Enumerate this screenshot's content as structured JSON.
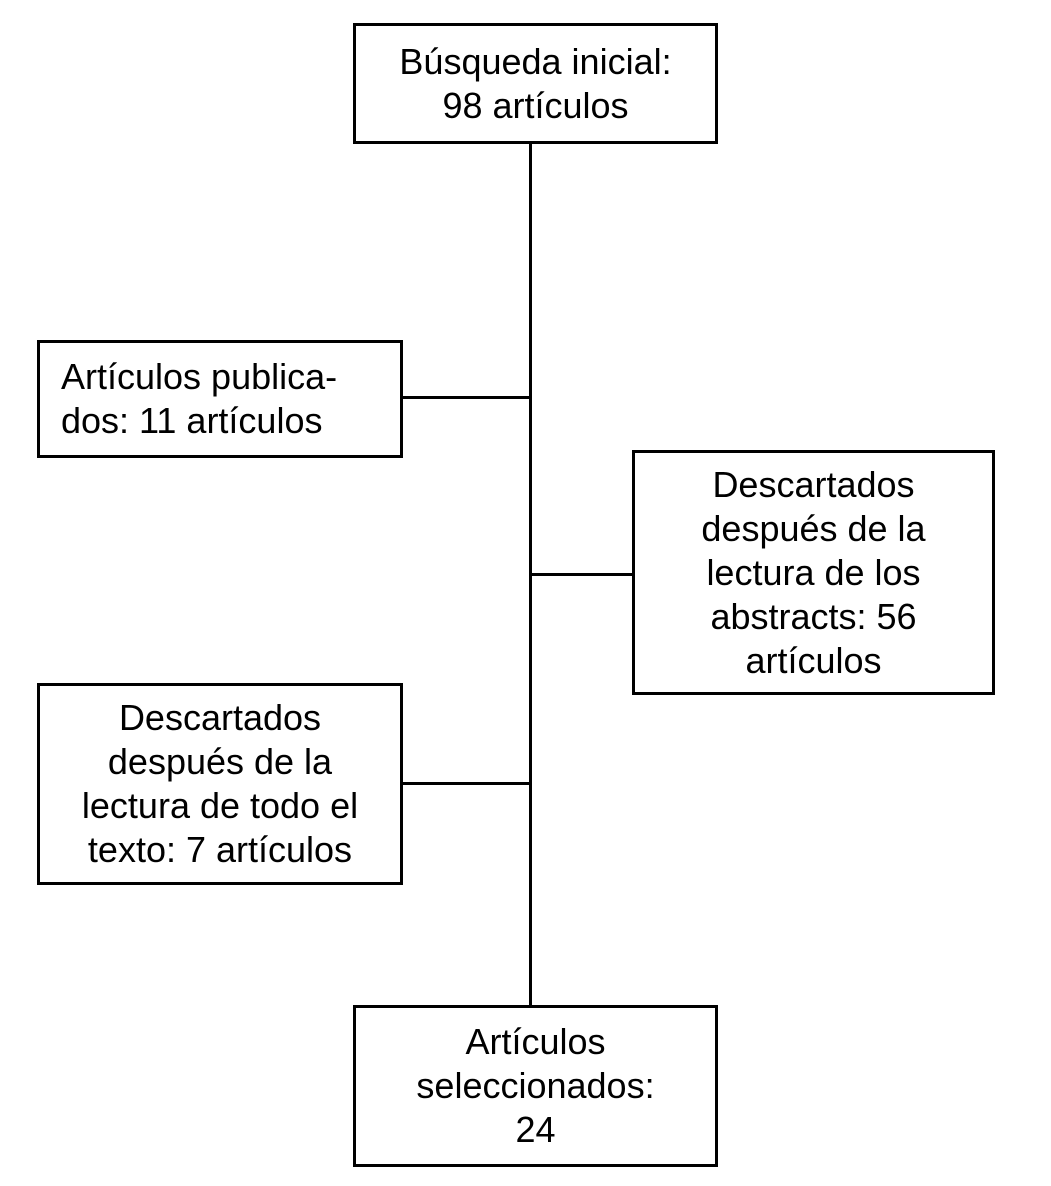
{
  "diagram": {
    "type": "flowchart",
    "background_color": "#ffffff",
    "line_color": "#000000",
    "text_color": "#000000",
    "nodes": [
      {
        "id": "initial-search",
        "text": "Búsqueda inicial:\n98 artículos"
      },
      {
        "id": "published-articles",
        "text": "Artículos publica-\ndos: 11 artículos"
      },
      {
        "id": "discarded-abstracts",
        "text": "Descartados\ndespués de la\nlectura de los\nabstracts: 56\nartículos"
      },
      {
        "id": "discarded-fulltext",
        "text": "Descartados\ndespués de la\nlectura de todo el\ntexto: 7 artículos"
      },
      {
        "id": "selected-articles",
        "text": "Artículos\nseleccionados:\n24"
      }
    ],
    "edges": [
      {
        "from": "initial-search",
        "to": "published-articles"
      },
      {
        "from": "initial-search",
        "to": "discarded-abstracts"
      },
      {
        "from": "initial-search",
        "to": "discarded-fulltext"
      },
      {
        "from": "initial-search",
        "to": "selected-articles"
      }
    ]
  }
}
